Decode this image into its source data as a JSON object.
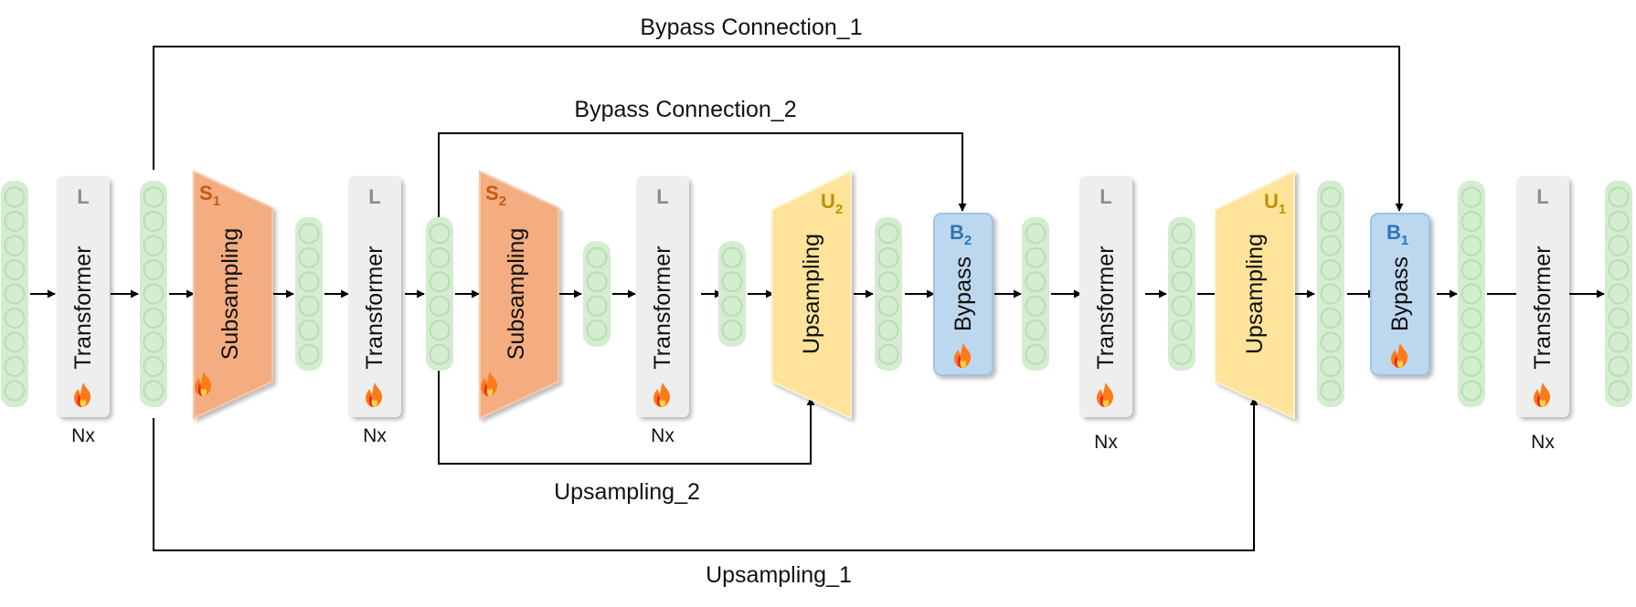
{
  "connections": {
    "bypass_1": "Bypass Connection_1",
    "bypass_2": "Bypass Connection_2",
    "upsampling_2": "Upsampling_2",
    "upsampling_1": "Upsampling_1"
  },
  "blocks": {
    "transformer": "Transformer",
    "transformer_letter": "L",
    "repeat": "Nx",
    "subsampling": "Subsampling",
    "subsampling_letter": "S",
    "upsampling": "Upsampling",
    "upsampling_letter": "U",
    "bypass": "Bypass",
    "bypass_letter": "B",
    "index_1": "1",
    "index_2": "2"
  },
  "icons": {
    "trainable": "fire-icon"
  },
  "colors": {
    "token": "#d4ecd0",
    "token_border": "#b9dcb4",
    "transformer": "#eeeeee",
    "subsampling": "#f4ad80",
    "subsampling_label": "#c55a11",
    "upsampling": "#fde49a",
    "upsampling_label": "#bf9000",
    "bypass": "#bdd7ee",
    "bypass_label": "#2e75b6"
  }
}
